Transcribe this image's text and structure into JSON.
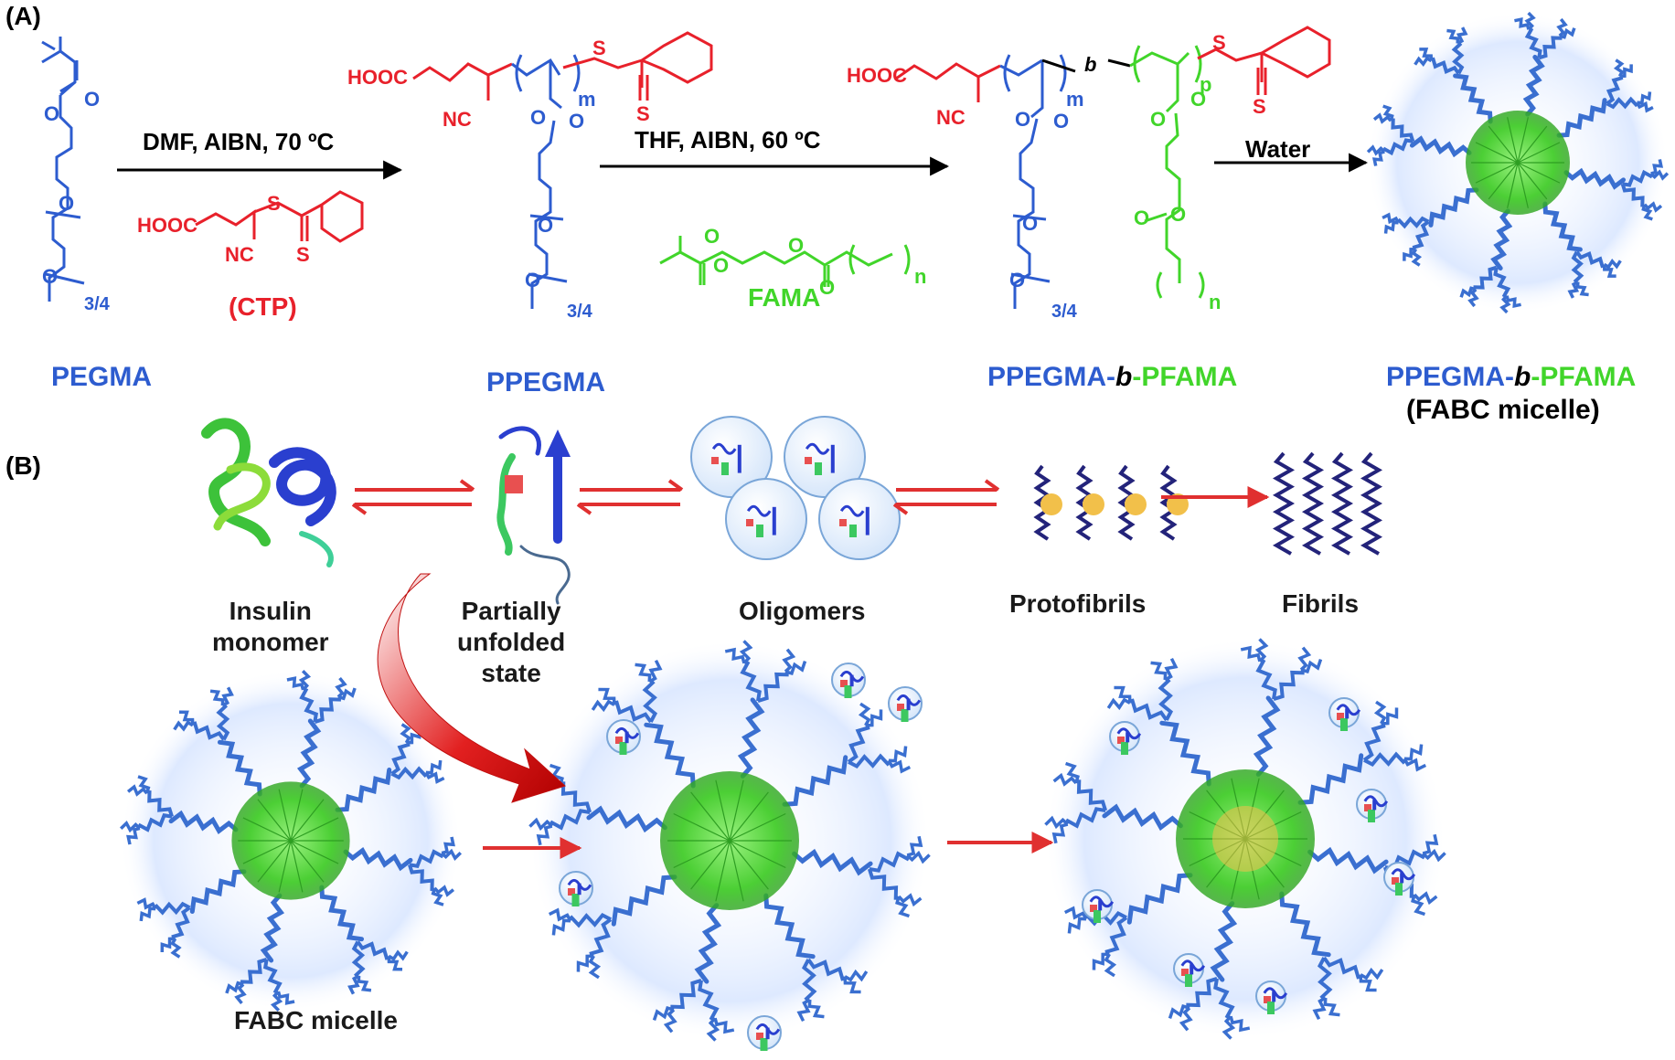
{
  "panels": {
    "a": "(A)",
    "b": "(B)"
  },
  "reaction": {
    "step1": "DMF, AIBN, 70 ºC",
    "step2": "THF, AIBN, 60 ºC",
    "step3": "Water",
    "ctp_name": "(CTP)",
    "fama_name": "FAMA"
  },
  "compounds": {
    "pegma": "PEGMA",
    "ppegma": "PPEGMA",
    "copolymer_a": "PPEGMA-",
    "copolymer_b": "b",
    "copolymer_c": "-PFAMA",
    "micelle_note": "(FABC micelle)"
  },
  "atoms": {
    "hooc": "HOOC",
    "nc": "NC",
    "s": "S",
    "o": "O",
    "m": "m",
    "n": "n",
    "p": "p",
    "b": "b",
    "sub": "3/4"
  },
  "stages": {
    "insulin": [
      "Insulin",
      "monomer"
    ],
    "partial": [
      "Partially",
      "unfolded",
      "state"
    ],
    "oligomers": "Oligomers",
    "protofibrils": "Protofibrils",
    "fibrils": "Fibrils",
    "micelle": "FABC micelle"
  },
  "colors": {
    "peg": "#2d5ccf",
    "cta": "#e8212b",
    "fama": "#41d52a",
    "arrow": "#e03030",
    "micelle_arm": "#3a6fd0",
    "micelle_core": "#5fd84a"
  }
}
